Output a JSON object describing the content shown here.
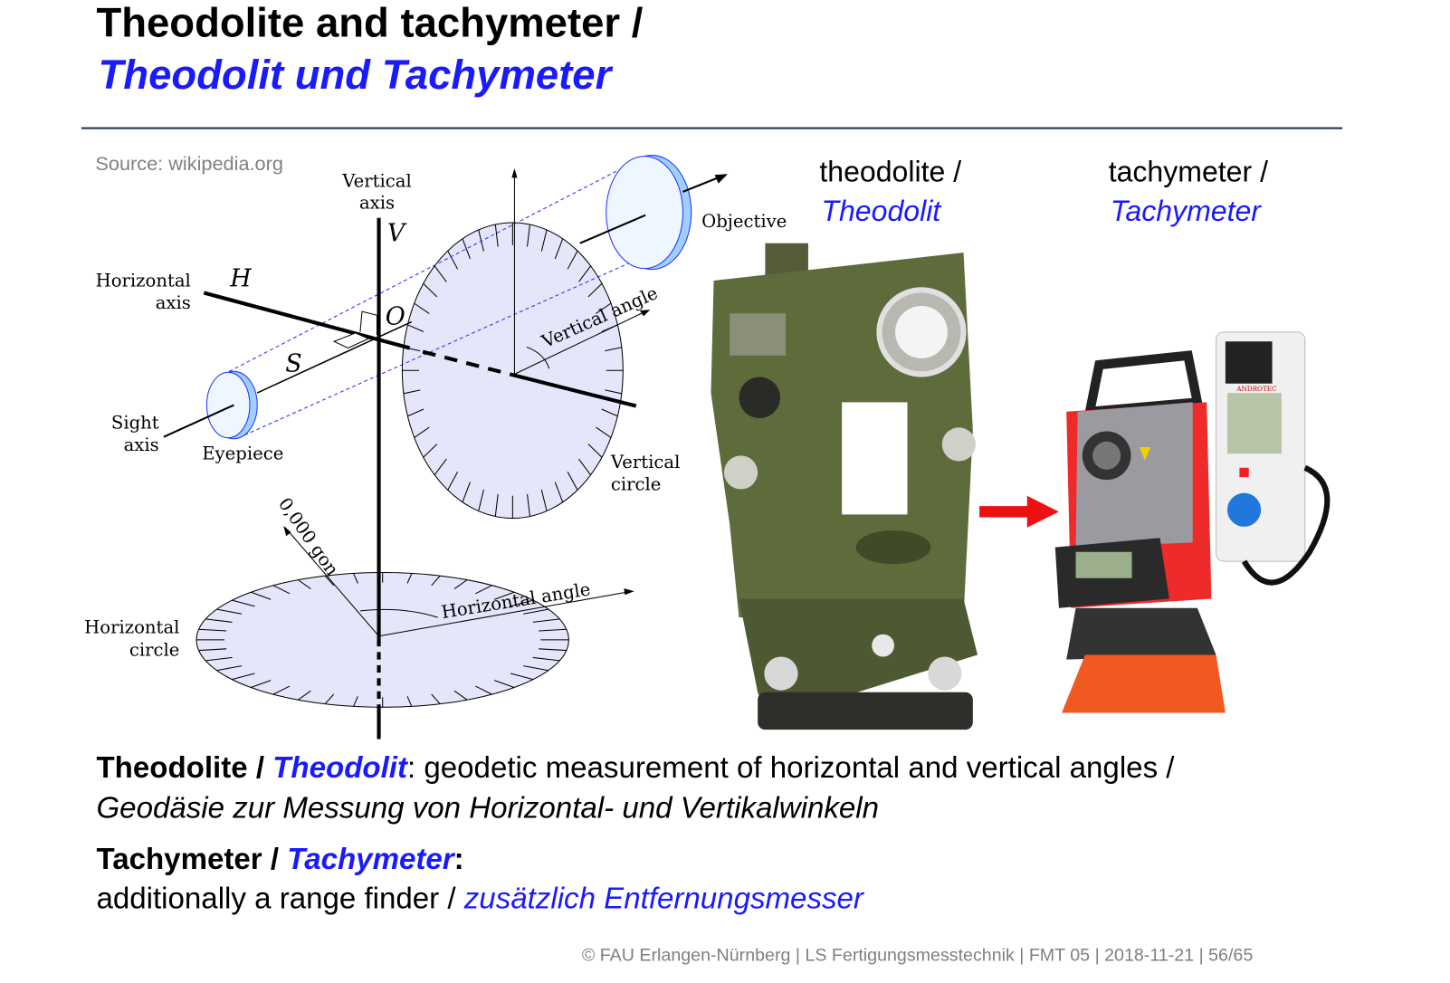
{
  "title": {
    "en": "Theodolite and tachymeter /",
    "de": "Theodolit und Tachymeter"
  },
  "source": "Source: wikipedia.org",
  "diagram": {
    "vertical_axis": [
      "Vertical",
      "axis"
    ],
    "horizontal_axis": [
      "Horizontal",
      "axis"
    ],
    "sight_axis": [
      "Sight",
      "axis"
    ],
    "eyepiece": "Eyepiece",
    "objective": "Objective",
    "vertical_angle": "Vertical angle",
    "vertical_circle": [
      "Vertical",
      "circle"
    ],
    "horizontal_circle": [
      "Horizontal",
      "circle"
    ],
    "horizontal_angle": "Horizontal angle",
    "zero_gon": "0,000 gon",
    "V": "V",
    "H": "H",
    "O": "O",
    "S": "S"
  },
  "images": {
    "theodolite": {
      "en": "theodolite /",
      "de": "Theodolit"
    },
    "tachymeter": {
      "en": "tachymeter /",
      "de": "Tachymeter"
    },
    "tachymeter_brand": "ANDROTEC"
  },
  "text": {
    "theo_en": "Theodolite /",
    "theo_de": "Theodolit",
    "theo_desc": ": geodetic measurement of horizontal and vertical angles /",
    "theo_desc_de": "Geodäsie zur Messung von Horizontal- und Vertikalwinkeln",
    "tachy_en": "Tachymeter /",
    "tachy_de": "Tachymeter",
    "tachy_colon": ":",
    "tachy_desc": "additionally a range finder /",
    "tachy_desc_de": "zusätzlich Entfernungsmesser"
  },
  "footer": {
    "copyright": "©  FAU Erlangen-Nürnberg  |  LS Fertigungsmesstechnik  |  FMT 05  |  2018-11-21  |  56/65"
  },
  "colors": {
    "accent": "#1a1aff",
    "arrow": "#ee1111",
    "circle_fill": "#e6e6fa"
  }
}
